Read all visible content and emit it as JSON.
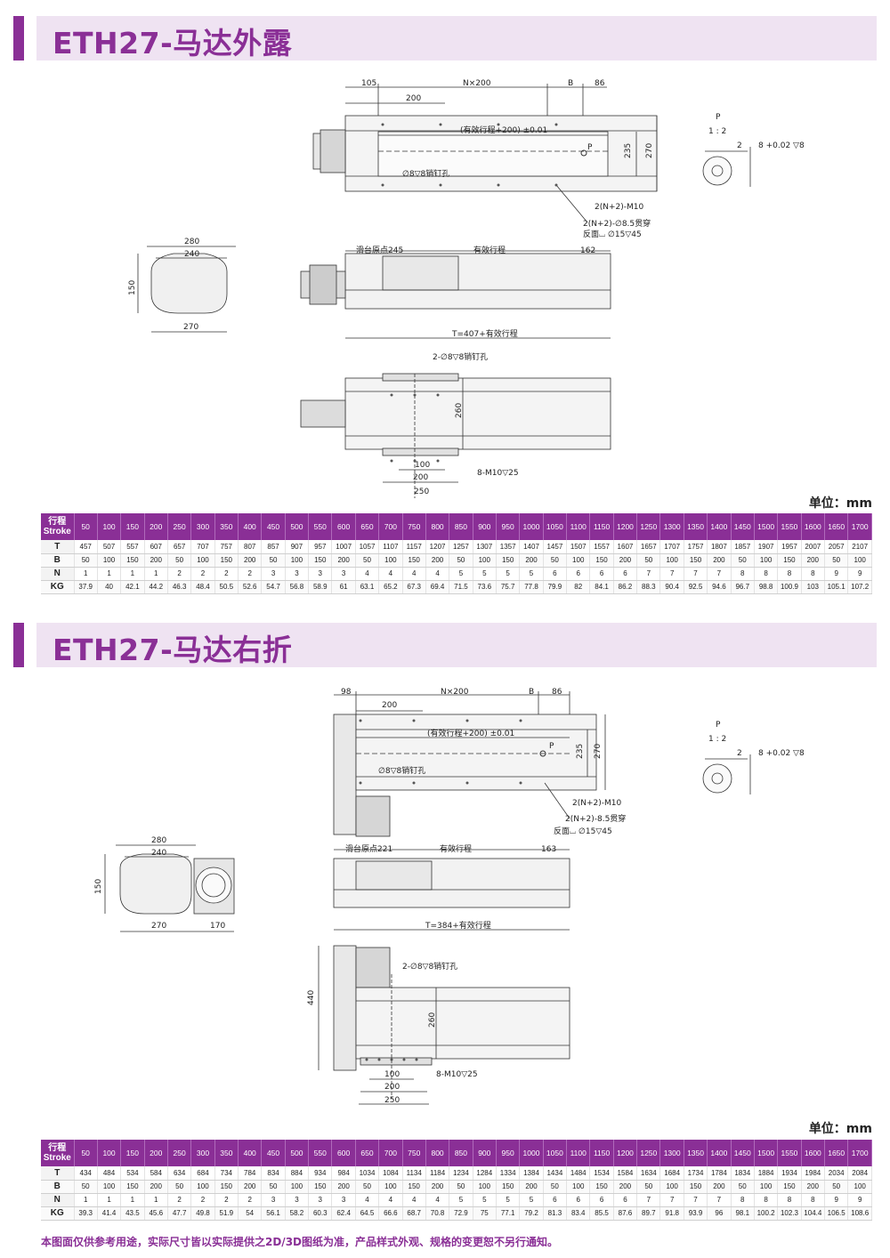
{
  "section1": {
    "title": "ETH27-马达外露",
    "labels": {
      "d_105": "105",
      "d_nx200": "N×200",
      "d_b": "B",
      "d_86": "86",
      "d_200": "200",
      "d_stroke_tol": "(有效行程+200) ±0.01",
      "d_p": "P",
      "d_235": "235",
      "d_270": "270",
      "d_pin_hole": "∅8▽8销钉孔",
      "d_m10": "2(N+2)-M10",
      "d_thru": "2(N+2)-∅8.5贯穿",
      "d_back": "反面⌴ ∅15▽45",
      "d_side_280": "280",
      "d_side_240": "240",
      "d_side_150": "150",
      "d_side_270": "270",
      "d_origin": "滑台原点245",
      "d_stroke": "有效行程",
      "d_162": "162",
      "d_t": "T=407+有效行程",
      "d_pin2": "2-∅8▽8销钉孔",
      "d_260": "260",
      "d_100": "100",
      "d_200b": "200",
      "d_250": "250",
      "d_m10b": "8-M10▽25",
      "d_detail_p": "P",
      "d_ratio": "1 : 2",
      "d_two": "2",
      "d_tol": "8 +0.02 ▽8"
    },
    "unit": "单位：mm",
    "table": {
      "header_label": [
        "行程",
        "Stroke"
      ],
      "strokes": [
        "50",
        "100",
        "150",
        "200",
        "250",
        "300",
        "350",
        "400",
        "450",
        "500",
        "550",
        "600",
        "650",
        "700",
        "750",
        "800",
        "850",
        "900",
        "950",
        "1000",
        "1050",
        "1100",
        "1150",
        "1200",
        "1250",
        "1300",
        "1350",
        "1400",
        "1450",
        "1500",
        "1550",
        "1600",
        "1650",
        "1700"
      ],
      "rows": [
        {
          "label": "T",
          "values": [
            "457",
            "507",
            "557",
            "607",
            "657",
            "707",
            "757",
            "807",
            "857",
            "907",
            "957",
            "1007",
            "1057",
            "1107",
            "1157",
            "1207",
            "1257",
            "1307",
            "1357",
            "1407",
            "1457",
            "1507",
            "1557",
            "1607",
            "1657",
            "1707",
            "1757",
            "1807",
            "1857",
            "1907",
            "1957",
            "2007",
            "2057",
            "2107"
          ]
        },
        {
          "label": "B",
          "values": [
            "50",
            "100",
            "150",
            "200",
            "50",
            "100",
            "150",
            "200",
            "50",
            "100",
            "150",
            "200",
            "50",
            "100",
            "150",
            "200",
            "50",
            "100",
            "150",
            "200",
            "50",
            "100",
            "150",
            "200",
            "50",
            "100",
            "150",
            "200",
            "50",
            "100",
            "150",
            "200",
            "50",
            "100"
          ]
        },
        {
          "label": "N",
          "values": [
            "1",
            "1",
            "1",
            "1",
            "2",
            "2",
            "2",
            "2",
            "3",
            "3",
            "3",
            "3",
            "4",
            "4",
            "4",
            "4",
            "5",
            "5",
            "5",
            "5",
            "6",
            "6",
            "6",
            "6",
            "7",
            "7",
            "7",
            "7",
            "8",
            "8",
            "8",
            "8",
            "9",
            "9"
          ]
        },
        {
          "label": "KG",
          "values": [
            "37.9",
            "40",
            "42.1",
            "44.2",
            "46.3",
            "48.4",
            "50.5",
            "52.6",
            "54.7",
            "56.8",
            "58.9",
            "61",
            "63.1",
            "65.2",
            "67.3",
            "69.4",
            "71.5",
            "73.6",
            "75.7",
            "77.8",
            "79.9",
            "82",
            "84.1",
            "86.2",
            "88.3",
            "90.4",
            "92.5",
            "94.6",
            "96.7",
            "98.8",
            "100.9",
            "103",
            "105.1",
            "107.2"
          ]
        }
      ]
    }
  },
  "section2": {
    "title": "ETH27-马达右折",
    "labels": {
      "d_98": "98",
      "d_nx200": "N×200",
      "d_b": "B",
      "d_86": "86",
      "d_200": "200",
      "d_stroke_tol": "(有效行程+200) ±0.01",
      "d_p": "P",
      "d_235": "235",
      "d_270": "270",
      "d_pin_hole": "∅8▽8销钉孔",
      "d_m10": "2(N+2)-M10",
      "d_thru": "2(N+2)-8.5贯穿",
      "d_back": "反面⌴ ∅15▽45",
      "d_side_280": "280",
      "d_side_240": "240",
      "d_side_150": "150",
      "d_side_270": "270",
      "d_side_170": "170",
      "d_origin": "滑台原点221",
      "d_stroke": "有效行程",
      "d_163": "163",
      "d_t": "T=384+有效行程",
      "d_440": "440",
      "d_pin2": "2-∅8▽8销钉孔",
      "d_260": "260",
      "d_100": "100",
      "d_200b": "200",
      "d_250": "250",
      "d_m10b": "8-M10▽25",
      "d_detail_p": "P",
      "d_ratio": "1 : 2",
      "d_two": "2",
      "d_tol": "8 +0.02 ▽8"
    },
    "unit": "单位：mm",
    "table": {
      "header_label": [
        "行程",
        "Stroke"
      ],
      "strokes": [
        "50",
        "100",
        "150",
        "200",
        "250",
        "300",
        "350",
        "400",
        "450",
        "500",
        "550",
        "600",
        "650",
        "700",
        "750",
        "800",
        "850",
        "900",
        "950",
        "1000",
        "1050",
        "1100",
        "1150",
        "1200",
        "1250",
        "1300",
        "1350",
        "1400",
        "1450",
        "1500",
        "1550",
        "1600",
        "1650",
        "1700"
      ],
      "rows": [
        {
          "label": "T",
          "values": [
            "434",
            "484",
            "534",
            "584",
            "634",
            "684",
            "734",
            "784",
            "834",
            "884",
            "934",
            "984",
            "1034",
            "1084",
            "1134",
            "1184",
            "1234",
            "1284",
            "1334",
            "1384",
            "1434",
            "1484",
            "1534",
            "1584",
            "1634",
            "1684",
            "1734",
            "1784",
            "1834",
            "1884",
            "1934",
            "1984",
            "2034",
            "2084"
          ]
        },
        {
          "label": "B",
          "values": [
            "50",
            "100",
            "150",
            "200",
            "50",
            "100",
            "150",
            "200",
            "50",
            "100",
            "150",
            "200",
            "50",
            "100",
            "150",
            "200",
            "50",
            "100",
            "150",
            "200",
            "50",
            "100",
            "150",
            "200",
            "50",
            "100",
            "150",
            "200",
            "50",
            "100",
            "150",
            "200",
            "50",
            "100"
          ]
        },
        {
          "label": "N",
          "values": [
            "1",
            "1",
            "1",
            "1",
            "2",
            "2",
            "2",
            "2",
            "3",
            "3",
            "3",
            "3",
            "4",
            "4",
            "4",
            "4",
            "5",
            "5",
            "5",
            "5",
            "6",
            "6",
            "6",
            "6",
            "7",
            "7",
            "7",
            "7",
            "8",
            "8",
            "8",
            "8",
            "9",
            "9"
          ]
        },
        {
          "label": "KG",
          "values": [
            "39.3",
            "41.4",
            "43.5",
            "45.6",
            "47.7",
            "49.8",
            "51.9",
            "54",
            "56.1",
            "58.2",
            "60.3",
            "62.4",
            "64.5",
            "66.6",
            "68.7",
            "70.8",
            "72.9",
            "75",
            "77.1",
            "79.2",
            "81.3",
            "83.4",
            "85.5",
            "87.6",
            "89.7",
            "91.8",
            "93.9",
            "96",
            "98.1",
            "100.2",
            "102.3",
            "104.4",
            "106.5",
            "108.6"
          ]
        }
      ]
    }
  },
  "footnote": "本图面仅供参考用途，实际尺寸皆以实际提供之2D/3D图纸为准，产品样式外观、规格的变更恕不另行通知。",
  "colors": {
    "accent": "#8a2f96",
    "band": "#efe3f2"
  }
}
